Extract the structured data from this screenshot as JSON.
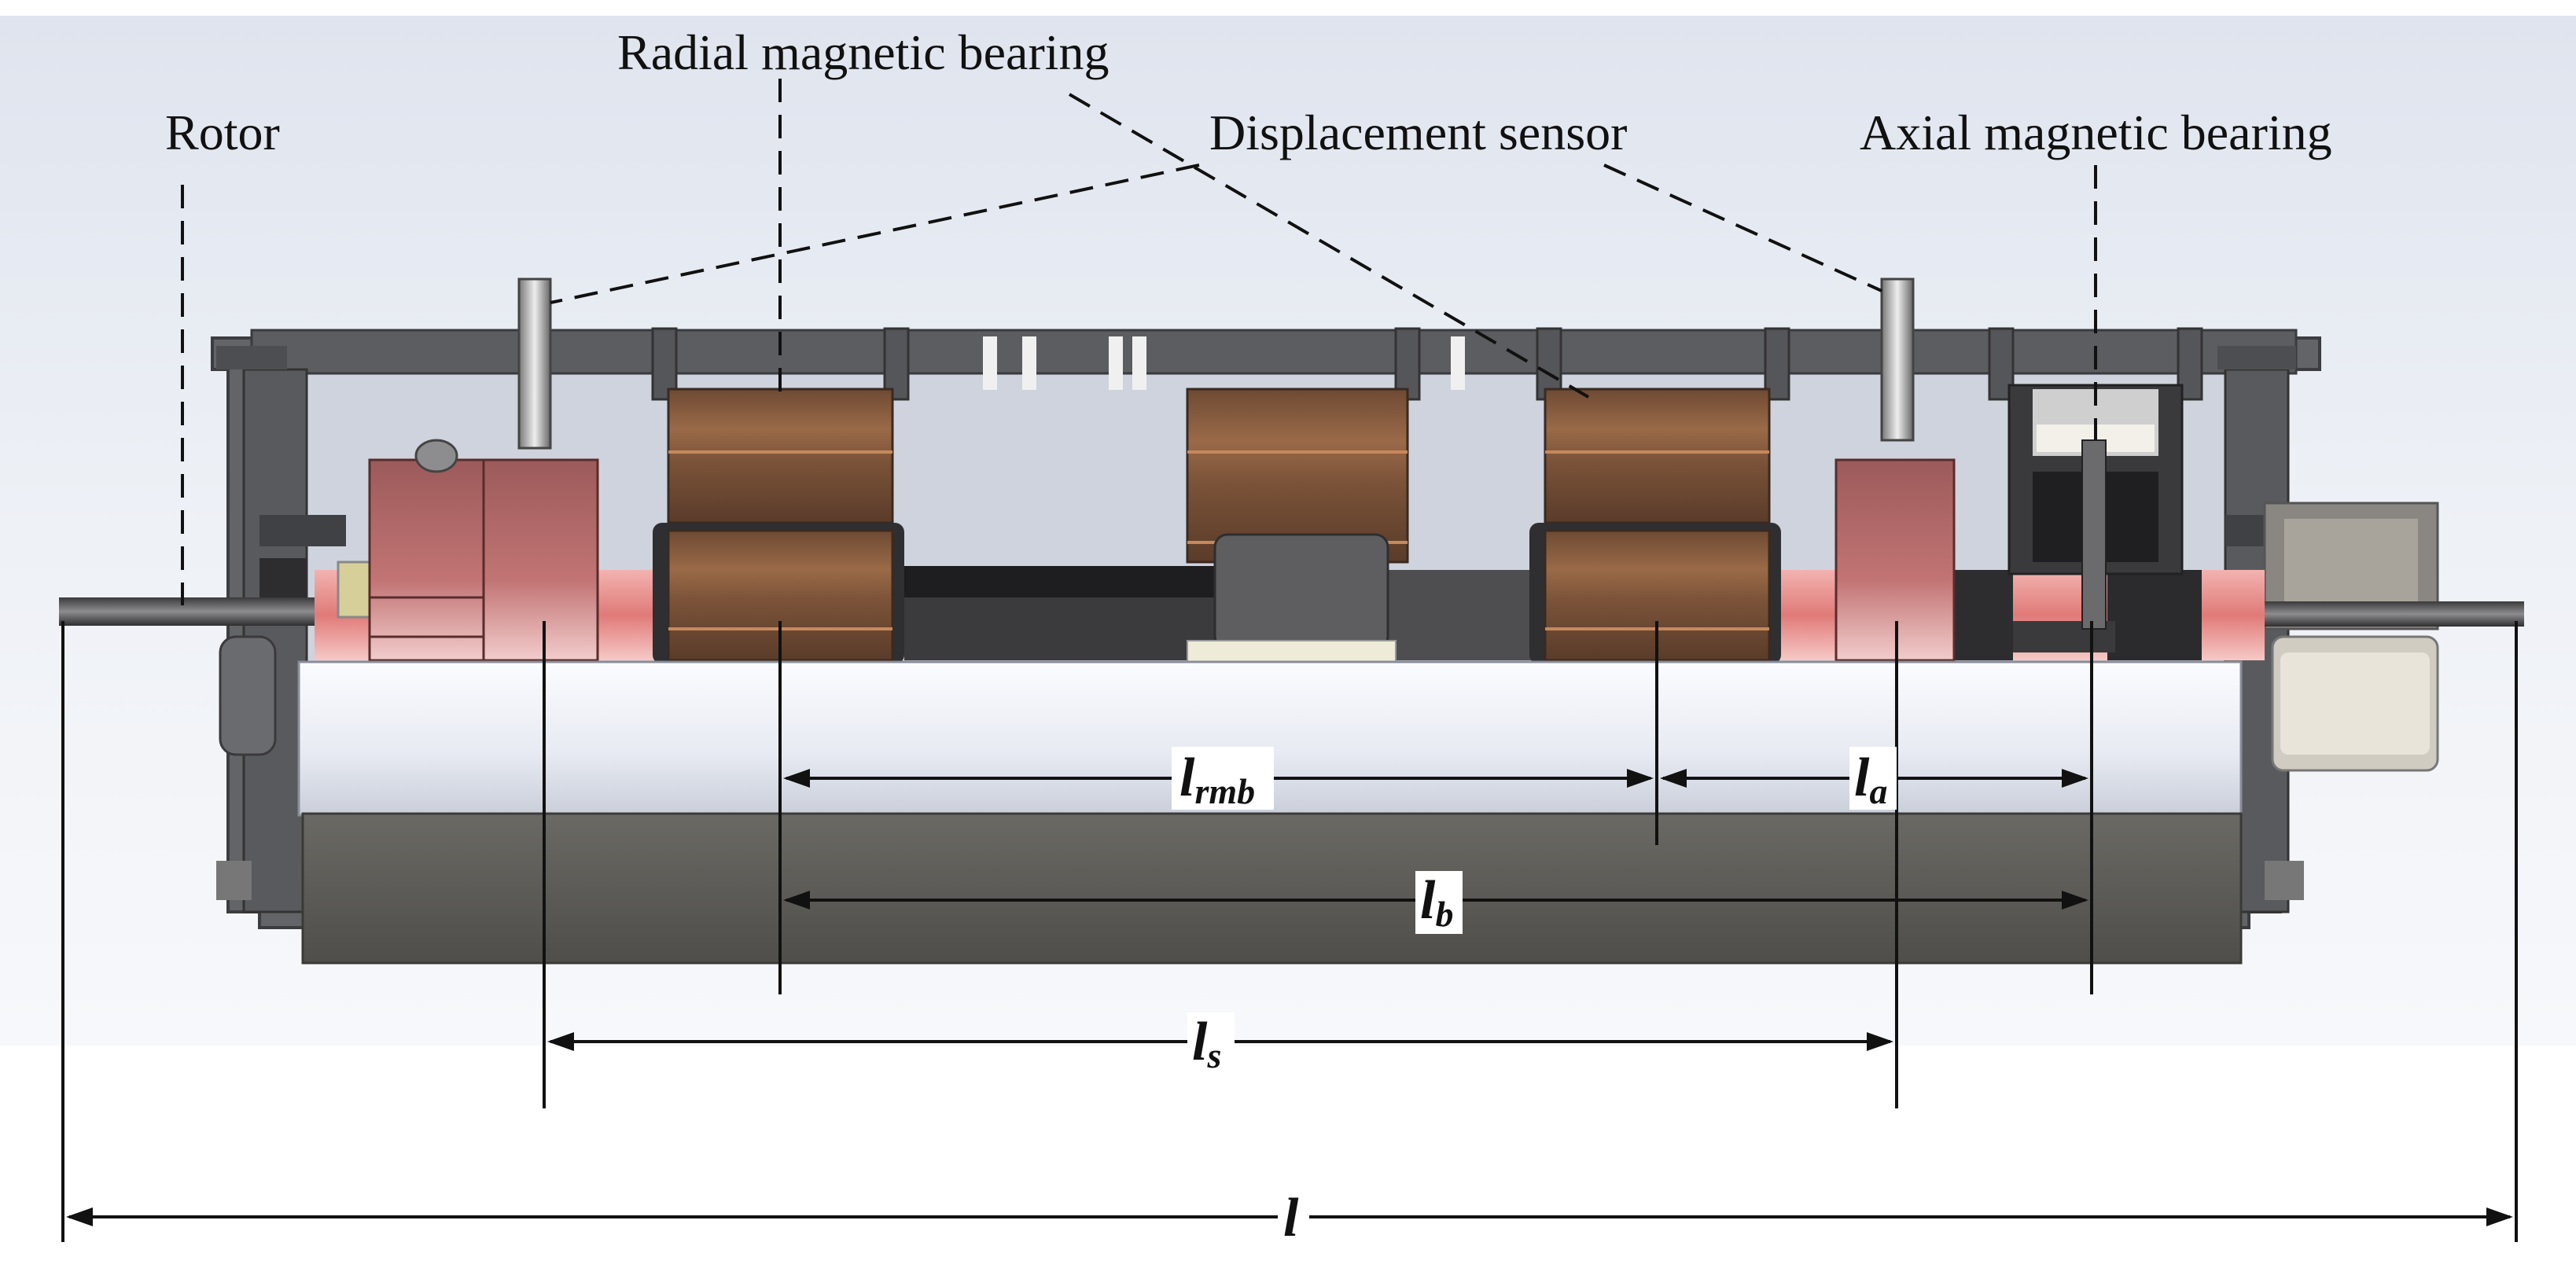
{
  "labels": {
    "rotor": "Rotor",
    "radial_bearing": "Radial magnetic bearing",
    "displacement_sensor": "Displacement sensor",
    "axial_bearing": "Axial magnetic bearing"
  },
  "dimensions": {
    "l_rmb": {
      "base": "l",
      "sub": "rmb"
    },
    "l_a": {
      "base": "l",
      "sub": "a"
    },
    "l_b": {
      "base": "l",
      "sub": "b"
    },
    "l_s": {
      "base": "l",
      "sub": "s"
    },
    "l": {
      "base": "l",
      "sub": ""
    }
  },
  "colors": {
    "housing": "#5f6064",
    "copper": "#8a5a3e",
    "sensor_pink": "#c8797a",
    "shaft_pink": "#e58f8f",
    "base_block": "#5d5c58",
    "background_light": "#e4e8f0"
  }
}
